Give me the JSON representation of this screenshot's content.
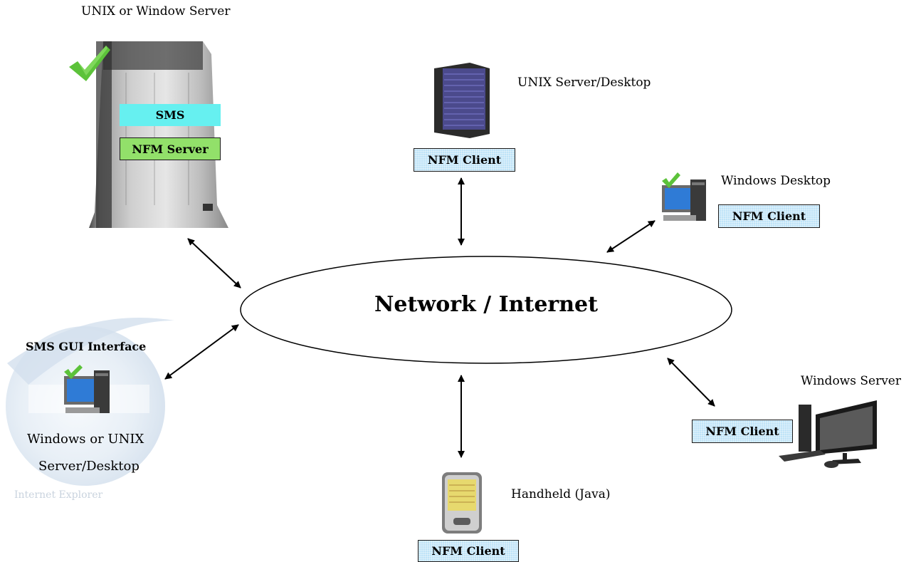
{
  "network": {
    "label": "Network / Internet"
  },
  "main_server": {
    "caption": "UNIX or Window Server",
    "sms_label": "SMS",
    "nfm_server_label": "NFM Server"
  },
  "unix_server": {
    "caption": "UNIX Server/Desktop",
    "client_label": "NFM Client"
  },
  "windows_desktop": {
    "caption": "Windows Desktop",
    "client_label": "NFM Client"
  },
  "windows_server": {
    "caption": "Windows Server",
    "client_label": "NFM Client"
  },
  "handheld": {
    "caption": "Handheld (Java)",
    "client_label": "NFM Client"
  },
  "gui": {
    "title": "SMS GUI Interface",
    "caption_line1": "Windows or UNIX",
    "caption_line2": "Server/Desktop",
    "watermark": "Internet Explorer"
  },
  "colors": {
    "sms_bar": "#66f0f0",
    "nfm_server_bar": "#92e06a",
    "client_tag": "#bfe3f8",
    "checkmark": "#5cc23a"
  },
  "icons": [
    "server-tower-icon",
    "rack-server-icon",
    "desktop-pc-icon",
    "flat-panel-pc-icon",
    "pda-icon",
    "checkmark-icon",
    "internet-explorer-logo"
  ]
}
